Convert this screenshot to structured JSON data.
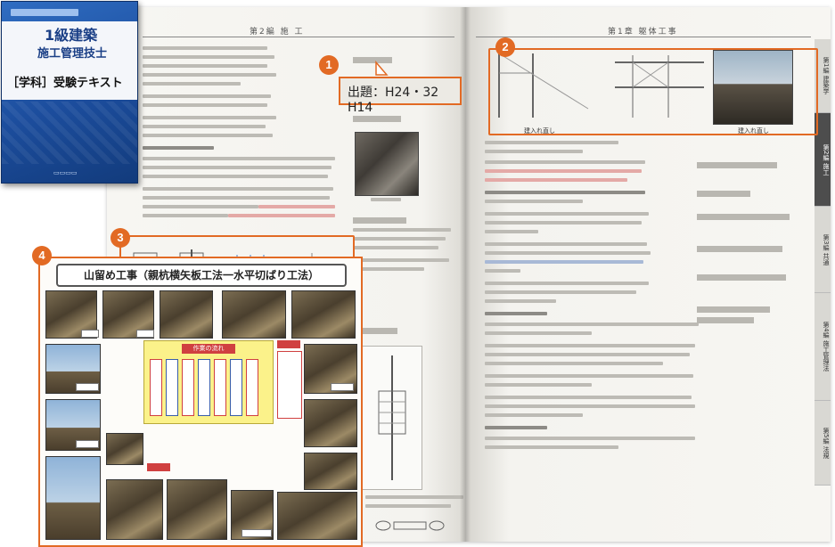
{
  "book_cover": {
    "title_line1": "1級建築",
    "title_line2": "施工管理技士",
    "title_line3": "［学科］受験テキスト"
  },
  "left_page": {
    "running_head": "第2編 施 工"
  },
  "right_page": {
    "running_head": "第1章 躯体工事",
    "figure_caption_left": "建入れ直し",
    "figure_caption_right": "建入れ直し",
    "side_tabs": [
      "第1編 建築学",
      "第2編 施工",
      "第3編 共通",
      "第4編 施工管理法",
      "第5編 法規"
    ]
  },
  "callouts": {
    "badge_1": "1",
    "badge_2": "2",
    "badge_3": "3",
    "badge_4": "4",
    "exam_years": "出題：H24・32 H14"
  },
  "poster": {
    "title": "山留め工事（親杭横矢板工法一水平切ばり工法）",
    "flow_header": "作業の流れ"
  },
  "colors": {
    "callout": "#e26a24",
    "cover_blue": "#1c4d9d",
    "highlight_red": "#e4a9a6",
    "poster_yellow": "#fbf28a"
  }
}
